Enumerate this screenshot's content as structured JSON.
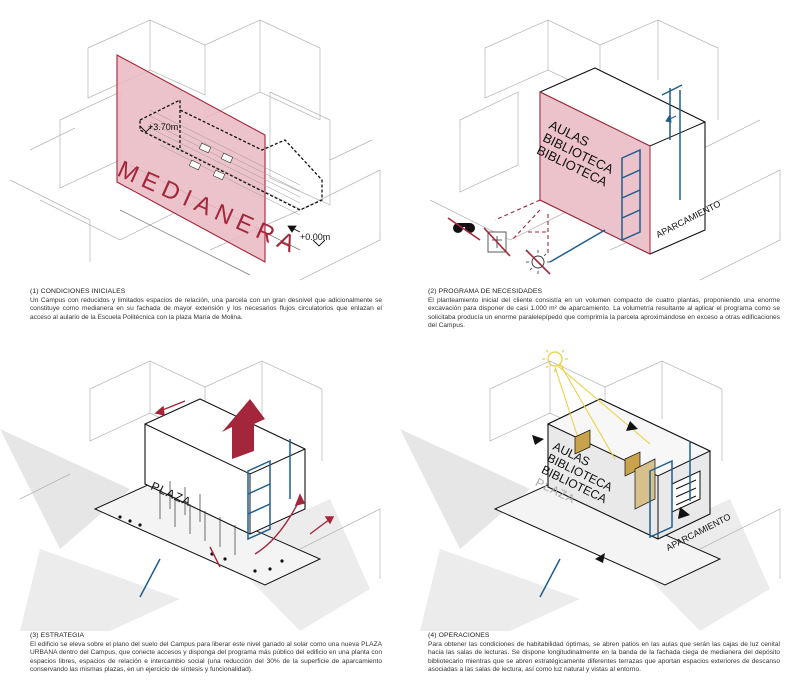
{
  "panels": [
    {
      "title": "(1) CONDICIONES INICIALES",
      "text": "Un Campus con reducidos y limitados espacios de relación, una parcela con un gran desnivel que adicionalmente se constituye como medianera en su fachada de mayor extensión y los necesarios flujos circulatorios que enlazan el acceso al aulario de la Escuela Politécnica con la plaza María de Molina.",
      "labels": {
        "medianera": "MEDIANERA",
        "level_top": "+3.70m",
        "level_bottom": "+0.00m"
      }
    },
    {
      "title": "(2) PROGRAMA DE NECESIDADES",
      "text": "El planteamiento inicial del cliente consistía en un volumen compacto de cuatro plantas, proponiendo una enorme excavación para disponer de casi 1.000 m² de aparcamiento. La volumetría resultante al aplicar el programa como se solicitaba producía un enorme paralelepípedo que comprimía la parcela aproximándose en exceso a otras edificaciones del Campus.",
      "labels": {
        "aulas": "AULAS",
        "biblioteca_1": "BIBLIOTECA",
        "biblioteca_2": "BIBLIOTECA",
        "aparcamiento": "APARCAMIENTO"
      }
    },
    {
      "title": "(3) ESTRATEGIA",
      "text": "El edificio se eleva sobre el plano del suelo del Campus para liberar este nivel ganado al solar como una nueva PLAZA URBANA dentro del Campus, que conecte accesos y disponga del programa más público del edificio en una planta con espacios libres, espacios de relación e intercambio social (una reducción del 30% de la superficie de aparcamiento conservando las mismas plazas, en un ejercicio de síntesis y funcionalidad).",
      "labels": {
        "plaza": "PLAZA"
      }
    },
    {
      "title": "(4) OPERACIONES",
      "text": "Para obtener las condiciones de habitabilidad óptimas, se abren patios en las aulas que serán las cajas de luz cenital hacia las salas de lecturas. Se dispone longitudinalmente en la banda de la fachada ciega de medianera del depósito bibliotecario mientras que se abren estratégicamente diferentes terrazas que aportan espacios exteriores de descanso asociadas a las salas de lectura, así como luz natural y vistas al entorno.",
      "labels": {
        "aulas": "AULAS",
        "biblioteca_1": "BIBLIOTECA",
        "biblioteca_2": "BIBLIOTECA",
        "plaza": "PLAZA",
        "aparcamiento": "APARCAMIENTO"
      }
    }
  ],
  "colors": {
    "accent_red": "#a3263a",
    "pink_fill": "#eab9c2",
    "blue_line": "#1f5f8f",
    "sun_yellow": "#e9cf3a",
    "wood": "#c9a24c"
  }
}
